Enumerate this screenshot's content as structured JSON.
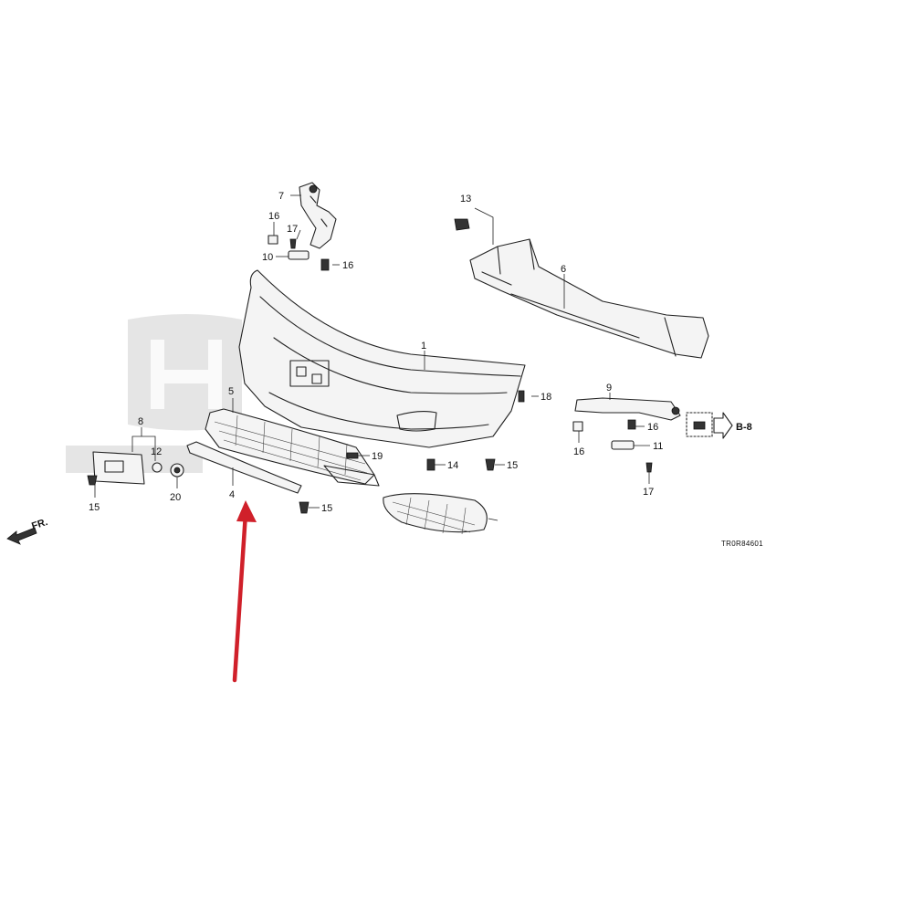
{
  "diagram": {
    "code": "TR0R84601",
    "direction_label": "FR.",
    "reference_label": "B-8",
    "callouts": {
      "c1": "1",
      "c4": "4",
      "c5": "5",
      "c6": "6",
      "c7": "7",
      "c8": "8",
      "c9": "9",
      "c10": "10",
      "c11": "11",
      "c12": "12",
      "c13": "13",
      "c14": "14",
      "c15a": "15",
      "c15b": "15",
      "c15c": "15",
      "c16a": "16",
      "c16b": "16",
      "c16c": "16",
      "c16d": "16",
      "c17a": "17",
      "c17b": "17",
      "c18": "18",
      "c19": "19",
      "c20": "20"
    },
    "colors": {
      "line": "#222222",
      "annotation_arrow": "#d0202a",
      "watermark": "#cfcfcf"
    }
  }
}
